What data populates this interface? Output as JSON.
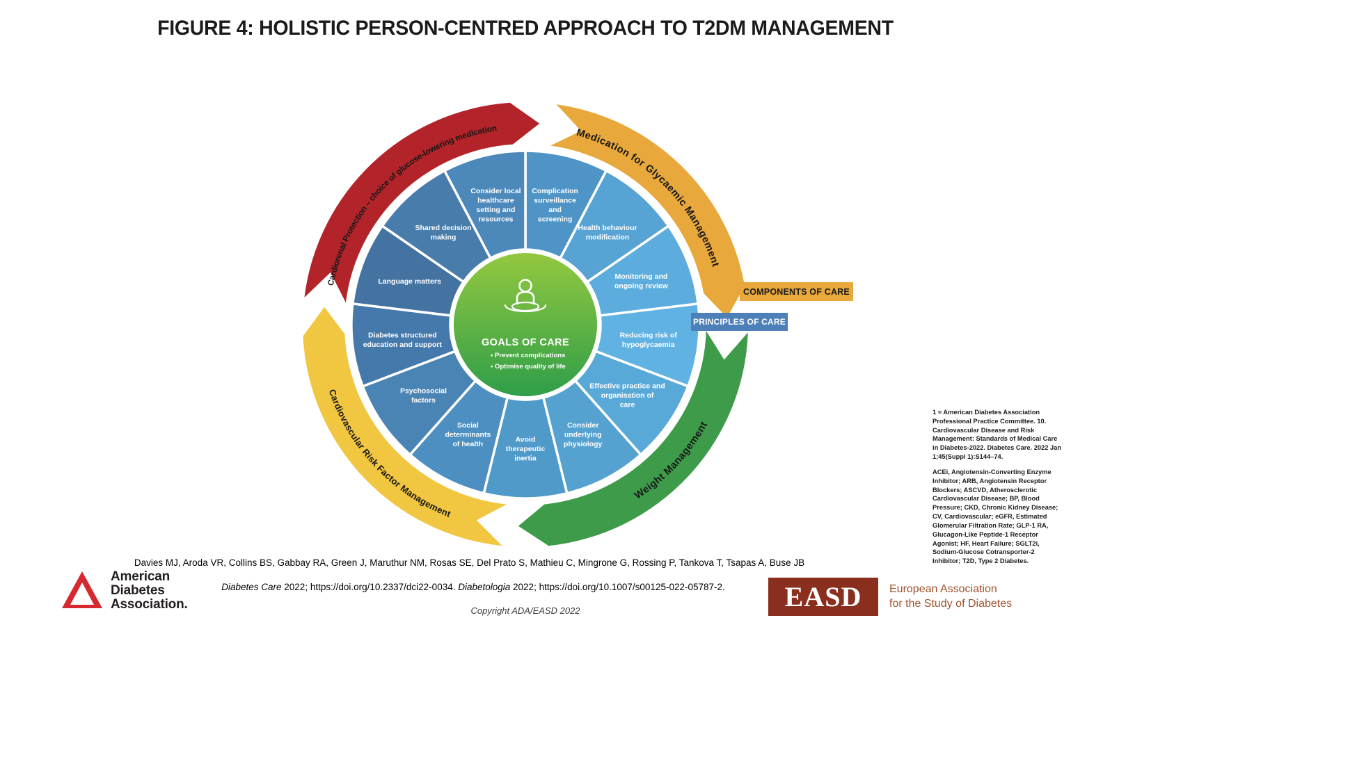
{
  "title": "FIGURE 4: HOLISTIC PERSON-CENTRED APPROACH TO T2DM MANAGEMENT",
  "wheel": {
    "outer_arcs": [
      {
        "label": "Cardiorenal Protection – choice of glucose-lowering medication",
        "color": "#b2242a"
      },
      {
        "label": "Medication for Glycaemic Management",
        "color": "#e9a83c"
      },
      {
        "label": "Weight Management",
        "color": "#3e9b4a"
      },
      {
        "label": "Cardiovascular Risk Factor Management",
        "color": "#f1c640"
      }
    ],
    "segments": [
      {
        "label": "Complication surveillance and screening",
        "lines": [
          "Complication",
          "surveillance",
          "and",
          "screening"
        ],
        "color": "#4f94c6"
      },
      {
        "label": "Health behaviour modification",
        "lines": [
          "Health behaviour",
          "modification"
        ],
        "color": "#56a3d4"
      },
      {
        "label": "Monitoring and ongoing review",
        "lines": [
          "Monitoring and",
          "ongoing review"
        ],
        "color": "#5caddd"
      },
      {
        "label": "Reducing risk of hypoglycaemia",
        "lines": [
          "Reducing risk of",
          "hypoglycaemia"
        ],
        "color": "#5fb2e1"
      },
      {
        "label": "Effective practice and organisation of care",
        "lines": [
          "Effective practice and",
          "organisation of",
          "care"
        ],
        "color": "#59a9d8"
      },
      {
        "label": "Consider underlying physiology",
        "lines": [
          "Consider",
          "underlying",
          "physiology"
        ],
        "color": "#55a2d1"
      },
      {
        "label": "Avoid therapeutic inertia",
        "lines": [
          "Avoid",
          "therapeutic",
          "inertia"
        ],
        "color": "#509aca"
      },
      {
        "label": "Social determinants of health",
        "lines": [
          "Social",
          "determinants",
          "of health"
        ],
        "color": "#4c8fc0"
      },
      {
        "label": "Psychosocial factors",
        "lines": [
          "Psychosocial",
          "factors"
        ],
        "color": "#4a84b5"
      },
      {
        "label": "Diabetes structured education and support",
        "lines": [
          "Diabetes structured",
          "education and support"
        ],
        "color": "#4679ab"
      },
      {
        "label": "Language matters",
        "lines": [
          "Language matters"
        ],
        "color": "#4473a2"
      },
      {
        "label": "Shared decision making",
        "lines": [
          "Shared decision",
          "making"
        ],
        "color": "#487cab"
      },
      {
        "label": "Consider local healthcare setting and resources",
        "lines": [
          "Consider local",
          "healthcare",
          "setting and",
          "resources"
        ],
        "color": "#4c88ba"
      }
    ],
    "center": {
      "title": "GOALS OF CARE",
      "bullets": [
        "Prevent complications",
        "Optimise quality of life"
      ],
      "gradient_top": "#93c83f",
      "gradient_bottom": "#2f9e49"
    },
    "badges": {
      "components": {
        "label": "COMPONENTS OF CARE",
        "color": "#e9a83c",
        "text_color": "#1a1a1a"
      },
      "principles": {
        "label": "PRINCIPLES OF CARE",
        "color": "#4d80b8",
        "text_color": "#ffffff"
      }
    }
  },
  "sidenote": {
    "reference": "1 = American Diabetes Association Professional Practice Committee. 10. Cardiovascular Disease and Risk Management: Standards of Medical Care in Diabetes-2022. Diabetes Care. 2022 Jan 1;45(Suppl 1):S144–74.",
    "abbreviations": "ACEi, Angiotensin-Converting Enzyme Inhibitor; ARB, Angiotensin Receptor Blockers; ASCVD, Atherosclerotic Cardiovascular Disease; BP, Blood Pressure; CKD, Chronic Kidney Disease; CV, Cardiovascular; eGFR, Estimated Glomerular Filtration Rate; GLP-1 RA, Glucagon-Like Peptide-1 Receptor Agonist; HF, Heart Failure; SGLT2i, Sodium-Glucose Cotransporter-2 Inhibitor; T2D, Type 2 Diabetes."
  },
  "footer": {
    "authors": "Davies MJ, Aroda VR, Collins BS, Gabbay RA, Green J, Maruthur NM, Rosas SE, Del Prato S, Mathieu C, Mingrone G, Rossing P, Tankova T, Tsapas A, Buse JB",
    "citation_parts": [
      {
        "text": "Diabetes Care",
        "italic": true
      },
      {
        "text": " 2022; https://doi.org/10.2337/dci22-0034. ",
        "italic": false
      },
      {
        "text": "Diabetologia",
        "italic": true
      },
      {
        "text": " 2022; https://doi.org/10.1007/s00125-022-05787-2.",
        "italic": false
      }
    ],
    "copyright": "Copyright ADA/EASD 2022"
  },
  "logos": {
    "ada": {
      "lines": [
        "American",
        "Diabetes",
        "Association."
      ],
      "color": "#d7282f"
    },
    "easd": {
      "acronym": "EASD",
      "name_lines": [
        "European Association",
        "for the Study of Diabetes"
      ],
      "box_color": "#8a2f1e",
      "text_color": "#a0512a"
    }
  }
}
